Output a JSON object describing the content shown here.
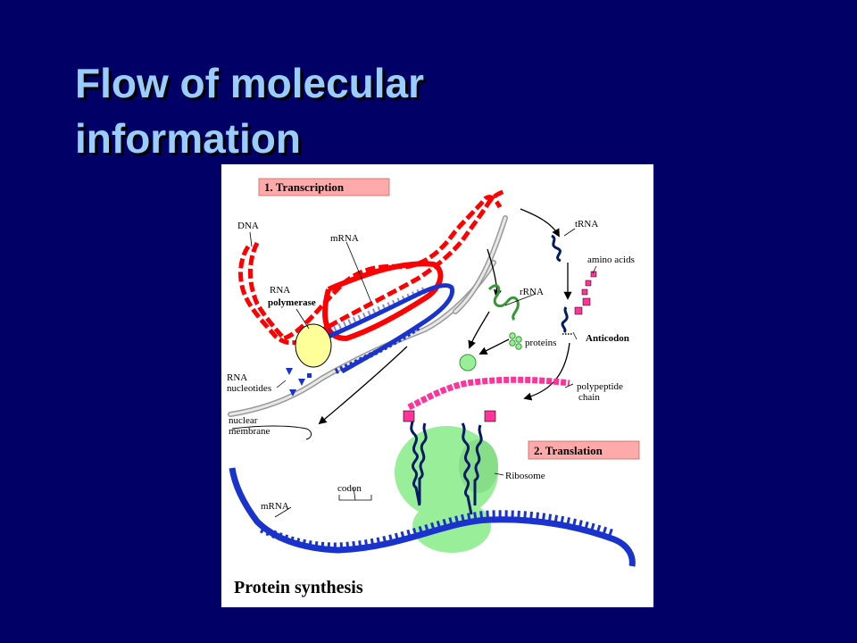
{
  "slide": {
    "title_line1": "Flow of molecular",
    "title_line2": "information"
  },
  "figure": {
    "step1_label": "1. Transcription",
    "step2_label": "2. Translation",
    "caption": "Protein synthesis",
    "labels": {
      "dna": "DNA",
      "mrna_top": "mRNA",
      "rna": "RNA",
      "polymerase": "polymerase",
      "trna": "tRNA",
      "amino_acids": "amino acids",
      "rrna": "rRNA",
      "proteins": "proteins",
      "anticodon": "Anticodon",
      "rna_nucleotides_1": "RNA",
      "rna_nucleotides_2": "nucleotides",
      "nuclear_membrane_1": "nuclear",
      "nuclear_membrane_2": "membrane",
      "polypeptide_1": "polypeptide",
      "polypeptide_2": "chain",
      "ribosome": "Ribosome",
      "codon": "codon",
      "mrna_bottom": "mRNA"
    },
    "colors": {
      "dna_strand": "#ff0000",
      "mrna_strand": "#1a33cc",
      "trna": "#001a66",
      "rrna": "#339933",
      "ribosome": "#99ee99",
      "polymerase": "#ffff99",
      "amino_acid": "#ff3399",
      "label_box": "#ffaaaa"
    }
  }
}
